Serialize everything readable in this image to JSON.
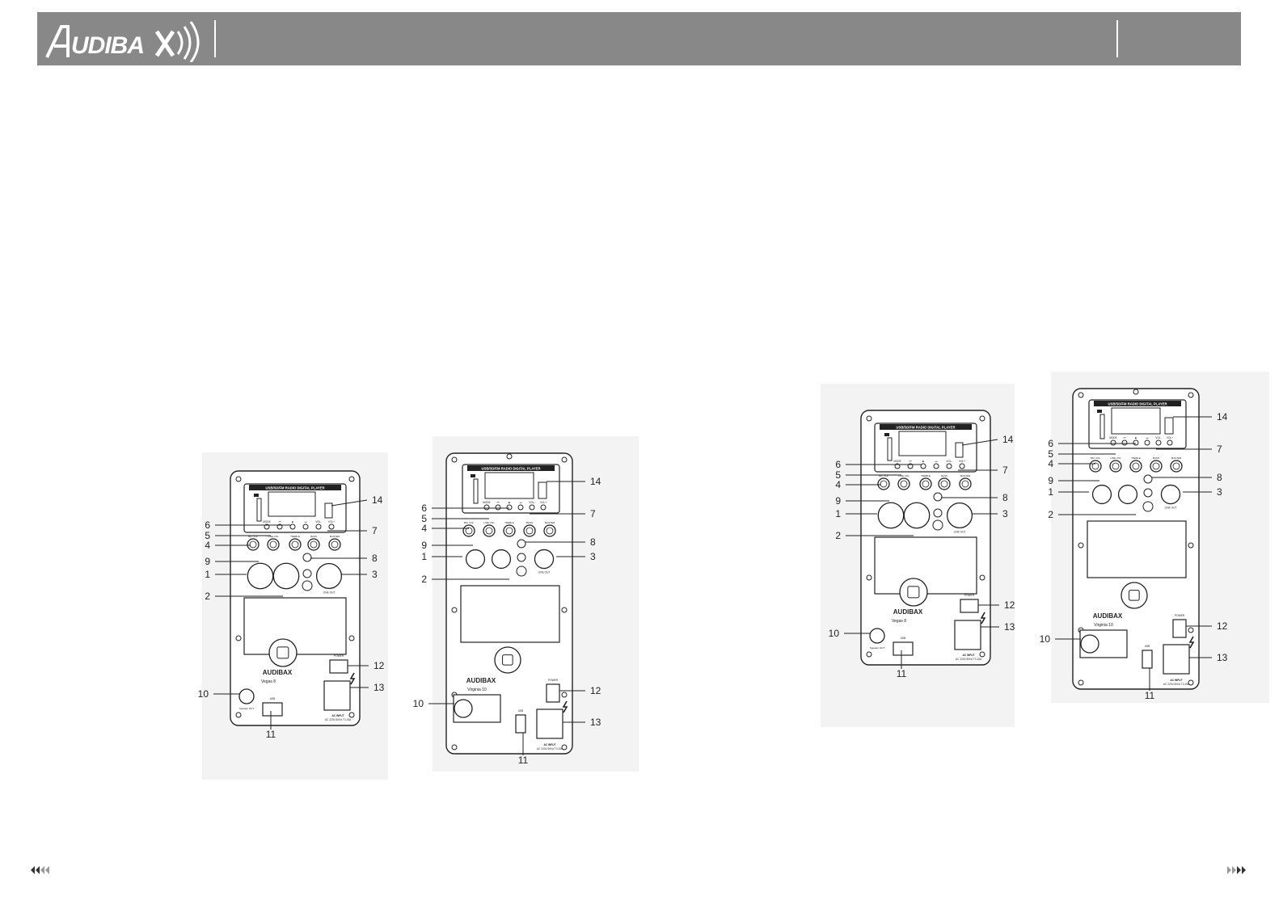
{
  "header": {
    "brand": "AUDIBAX"
  },
  "panels": [
    {
      "title": "USB/SD/FM RADIO DIGITAL PLAYER",
      "player_buttons": [
        "MODE",
        "⏮",
        "■",
        "⏭",
        "VOL-",
        "VOL+"
      ],
      "knob_labels": [
        "MIC VOL",
        "LINE VOL",
        "TREBLE",
        "BASS",
        "MASTER"
      ],
      "badge": "Vegas 8",
      "logo": "AUDIBAX",
      "usb": "USB",
      "power": "POWER",
      "ac_input": "AC INPUT\nAC 220V-50Hz T3.15A",
      "aux_out": "Speaker OUT",
      "line_out": "LINE OUT",
      "callouts": [
        "1",
        "2",
        "3",
        "4",
        "5",
        "6",
        "7",
        "8",
        "9",
        "10",
        "11",
        "12",
        "13",
        "14"
      ]
    },
    {
      "title": "USB/SD/FM RADIO DIGITAL PLAYER",
      "player_buttons": [
        "MODE",
        "⏮",
        "■",
        "⏭",
        "VOL-",
        "VOL+"
      ],
      "knob_labels": [
        "MIC VOL",
        "LINE VOL",
        "TREBLE",
        "BASS",
        "MASTER"
      ],
      "badge": "Virginia 10",
      "logo": "AUDIBAX",
      "usb": "USB",
      "power": "POWER",
      "ac_input": "AC INPUT\nAC 220V-50Hz T3.15A",
      "aux_out": "",
      "line_out": "LINE OUT",
      "callouts": [
        "1",
        "2",
        "3",
        "4",
        "5",
        "6",
        "7",
        "8",
        "9",
        "10",
        "11",
        "12",
        "13",
        "14"
      ]
    },
    {
      "title": "USB/SD/FM RADIO DIGITAL PLAYER",
      "player_buttons": [
        "MODE",
        "⏮",
        "■",
        "⏭",
        "VOL-",
        "VOL+"
      ],
      "knob_labels": [
        "MIC VOL",
        "LINE VOL",
        "TREBLE",
        "BASS",
        "MASTER"
      ],
      "badge": "Vegas 8",
      "logo": "AUDIBAX",
      "usb": "USB",
      "power": "POWER",
      "ac_input": "AC INPUT\nAC 220V-50Hz T3.15A",
      "aux_out": "Speaker OUT",
      "line_out": "LINE OUT",
      "callouts": [
        "1",
        "2",
        "3",
        "4",
        "5",
        "6",
        "7",
        "8",
        "9",
        "10",
        "11",
        "12",
        "13",
        "14"
      ]
    },
    {
      "title": "USB/SD/FM RADIO DIGITAL PLAYER",
      "player_buttons": [
        "MODE",
        "⏮",
        "■",
        "⏭",
        "VOL-",
        "VOL+"
      ],
      "knob_labels": [
        "MIC VOL",
        "LINE VOL",
        "TREBLE",
        "BASS",
        "MASTER"
      ],
      "badge": "Virginia 10",
      "logo": "AUDIBAX",
      "usb": "USB",
      "power": "POWER",
      "ac_input": "AC INPUT\nAC 220V-50Hz T3.15A",
      "aux_out": "",
      "line_out": "LINE OUT",
      "callouts": [
        "1",
        "2",
        "3",
        "4",
        "5",
        "6",
        "7",
        "8",
        "9",
        "10",
        "11",
        "12",
        "13",
        "14"
      ]
    }
  ],
  "colors": {
    "header_bg": "#888888",
    "line": "#222222",
    "page_bg": "#ffffff"
  },
  "nav": {
    "prev_icon": "rewind-arrows-icon",
    "next_icon": "forward-arrows-icon"
  }
}
